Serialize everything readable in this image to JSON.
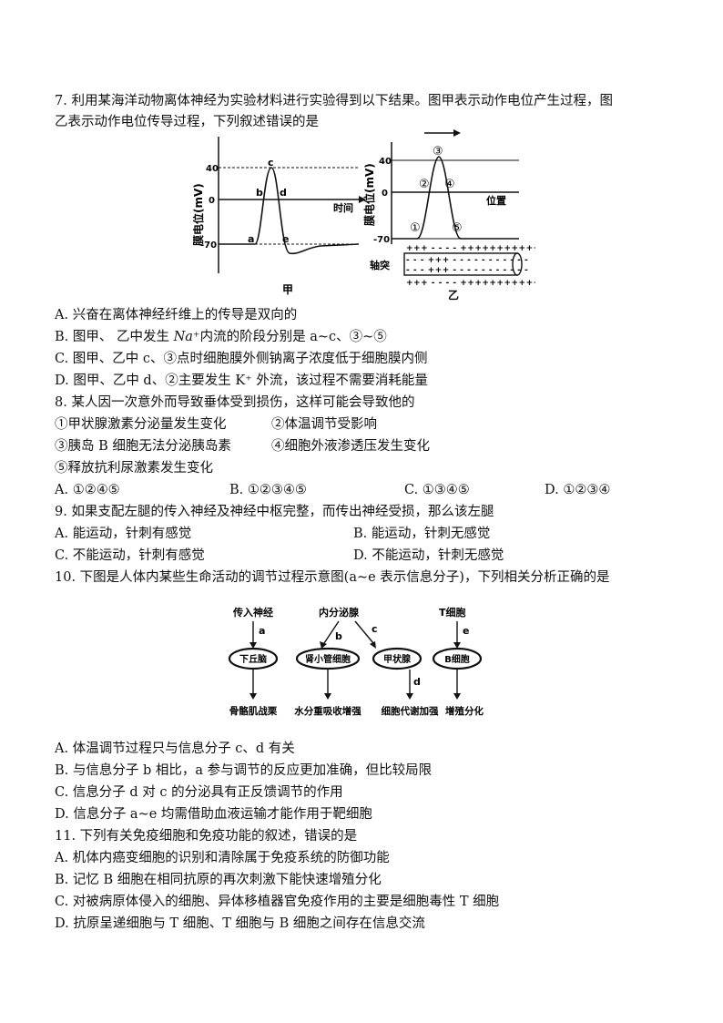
{
  "q7": {
    "stem_line1": "7. 利用某海洋动物离体神经为实验材料进行实验得到以下结果。图甲表示动作电位产生过程，图",
    "stem_line2": "乙表示动作电位传导过程，下列叙述错误的是",
    "fig_jia": {
      "caption": "甲",
      "ylabel": "膜电位(mV)",
      "xlabel": "时间",
      "ticks": [
        "40",
        "0",
        "-70"
      ],
      "points": [
        "a",
        "b",
        "c",
        "d",
        "e"
      ]
    },
    "fig_yi": {
      "caption": "乙",
      "ylabel": "膜电位(mV)",
      "xlabel": "位置",
      "ticks": [
        "40",
        "0",
        "-70"
      ],
      "points": [
        "①",
        "②",
        "③",
        "④",
        "⑤"
      ],
      "axon_label": "轴突"
    },
    "options": [
      "A. 兴奋在离体神经纤维上的传导是双向的",
      "B. 图甲、 乙中发生",
      "C. 图甲、乙中 c、③点时细胞膜外侧钠离子浓度低于细胞膜内侧",
      "D. 图甲、乙中 d、②主要发生 K⁺ 外流，该过程不需要消耗能量"
    ],
    "option_b_formula": "Na⁺",
    "option_b_rest": "内流的阶段分别是 a~c、③~⑤"
  },
  "q8": {
    "stem": "8. 某人因一次意外而导致垂体受到损伤，这样可能会导致他的",
    "items_row1": [
      "①甲状腺激素分泌量发生变化",
      "②体温调节受影响"
    ],
    "items_row2": [
      "③胰岛 B 细胞无法分泌胰岛素",
      "④细胞外液渗透压发生变化"
    ],
    "items_row3": "⑤释放抗利尿激素发生变化",
    "options": [
      "A. ①②④⑤",
      "B. ①②③④⑤",
      "C. ①③④⑤",
      "D. ①②③④"
    ]
  },
  "q9": {
    "stem": "9. 如果支配左腿的传入神经及神经中枢完整，而传出神经受损，那么该左腿",
    "options": [
      "A. 能运动，针刺有感觉",
      "B. 能运动，针刺无感觉",
      "C. 不能运动，针刺有感觉",
      "D. 不能运动，针刺无感觉"
    ]
  },
  "q10": {
    "stem": "10. 下图是人体内某些生命活动的调节过程示意图(a~e 表示信息分子)，下列相关分析正确的是",
    "diagram": {
      "sources": [
        "传入神经",
        "内分泌腺",
        "T细胞"
      ],
      "arrows": [
        "a",
        "b",
        "c",
        "d",
        "e"
      ],
      "targets": [
        "下丘脑",
        "肾小管细胞",
        "甲状腺",
        "B细胞"
      ],
      "outcomes": [
        "骨骼肌战栗",
        "水分重吸收增强",
        "细胞代谢加强",
        "增殖分化"
      ]
    },
    "options": [
      "A. 体温调节过程只与信息分子 c、d 有关",
      "B. 与信息分子 b 相比，a 参与调节的反应更加准确，但比较局限",
      "C. 信息分子 d 对 c 的分泌具有正反馈调节的作用",
      "D. 信息分子 a~e 均需借助血液运输才能作用于靶细胞"
    ]
  },
  "q11": {
    "stem": "11. 下列有关免疫细胞和免疫功能的叙述，错误的是",
    "options": [
      "A. 机体内癌变细胞的识别和清除属于免疫系统的防御功能",
      "B. 记忆 B 细胞在相同抗原的再次刺激下能快速增殖分化",
      "C. 对被病原体侵入的细胞、异体移植器官免疫作用的主要是细胞毒性 T 细胞",
      "D. 抗原呈递细胞与 T 细胞、T 细胞与 B 细胞之间存在信息交流"
    ]
  }
}
